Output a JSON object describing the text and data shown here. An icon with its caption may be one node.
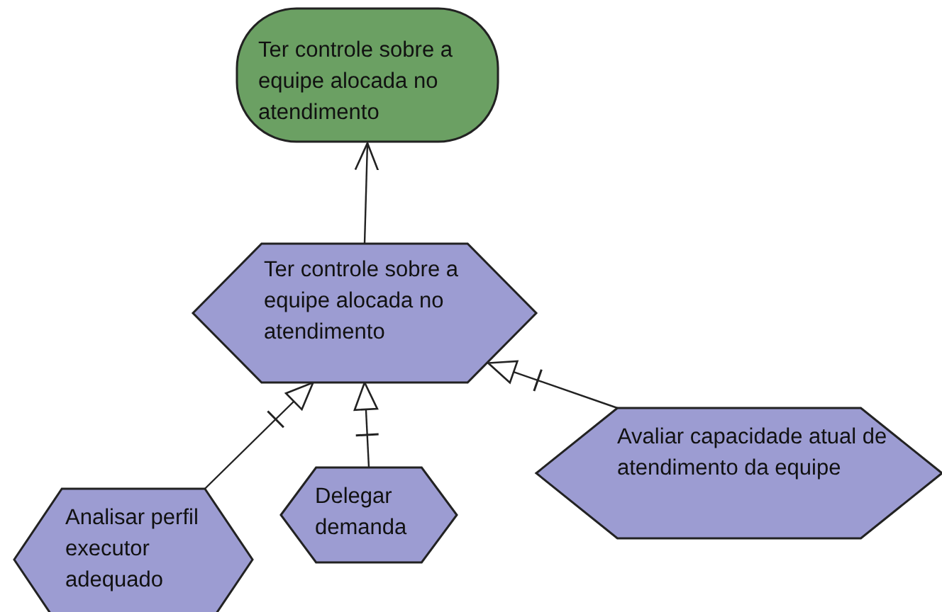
{
  "diagram": {
    "nodes": [
      {
        "text": [
          "Ter controle sobre a equipe alocada no atendimento"
        ]
      },
      {
        "text": [
          "Ter controle sobre a equipe alocada no atendimento"
        ]
      },
      {
        "text": [
          "Analisar perfil executor adequado"
        ]
      },
      {
        "text": [
          "Delegar demanda"
        ]
      },
      {
        "text": [
          "Avaliar capacidade atual de atendimento da equipe"
        ]
      }
    ],
    "edges": [
      {
        "from": 1,
        "to": 0,
        "arrow": "to"
      },
      {
        "from": 2,
        "to": 1,
        "arrow": "to"
      },
      {
        "from": 3,
        "to": 1,
        "arrow": "to"
      },
      {
        "from": 4,
        "to": 1,
        "arrow": "to"
      }
    ]
  }
}
